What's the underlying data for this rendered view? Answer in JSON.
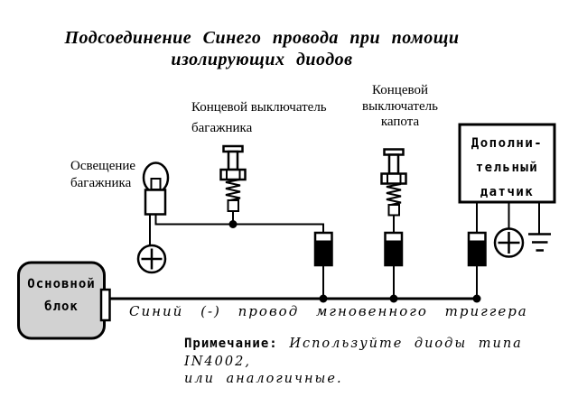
{
  "title": {
    "line1": "Подсоединение Синего провода при помощи",
    "line2": "изолирующих диодов"
  },
  "labels": {
    "trunk_light_line1": "Освещение",
    "trunk_light_line2": "багажника",
    "trunk_switch_line1": "Концевой выключатель",
    "trunk_switch_line2": "багажника",
    "hood_switch_line1": "Концевой",
    "hood_switch_line2": "выключатель",
    "hood_switch_line3": "капота",
    "extra_sensor_line1": "Дополни-",
    "extra_sensor_line2": "тельный",
    "extra_sensor_line3": "датчик",
    "main_unit_line1": "Основной",
    "main_unit_line2": "блок",
    "wire_label": "Синий (-) провод мгновенного триггера"
  },
  "note": {
    "label": "Примечание:",
    "text_line1": "Используйте диоды типа IN4002,",
    "text_line2": "или аналогичные."
  },
  "icons": {
    "lamp": "bulb-icon",
    "limit_switch": "plunger-switch-icon",
    "diode": "diode-icon",
    "plus_terminal": "plus-circle-icon",
    "ground": "ground-icon",
    "junction": "junction-dot-icon"
  },
  "colors": {
    "ink": "#000000",
    "main_unit_fill": "#d2d2d2",
    "background": "#ffffff"
  }
}
